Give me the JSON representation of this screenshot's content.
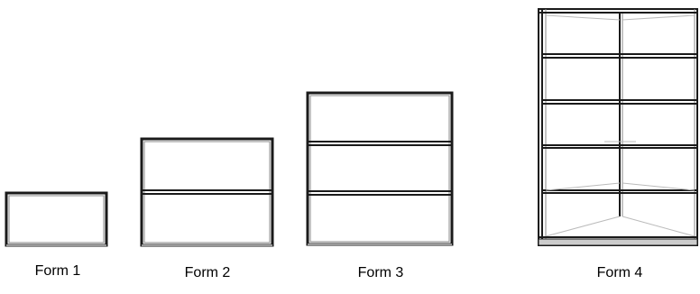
{
  "forms": [
    {
      "label": "Form 1",
      "shelves": 1
    },
    {
      "label": "Form 2",
      "shelves": 2
    },
    {
      "label": "Form 3",
      "shelves": 3
    },
    {
      "label": "Form 4",
      "shelves": 5
    }
  ],
  "colors": {
    "frame": "#1a1a1a",
    "frame_inner": "#8a8a8a",
    "corner_lines": "#bbbbbb",
    "base": "#cccccc"
  }
}
